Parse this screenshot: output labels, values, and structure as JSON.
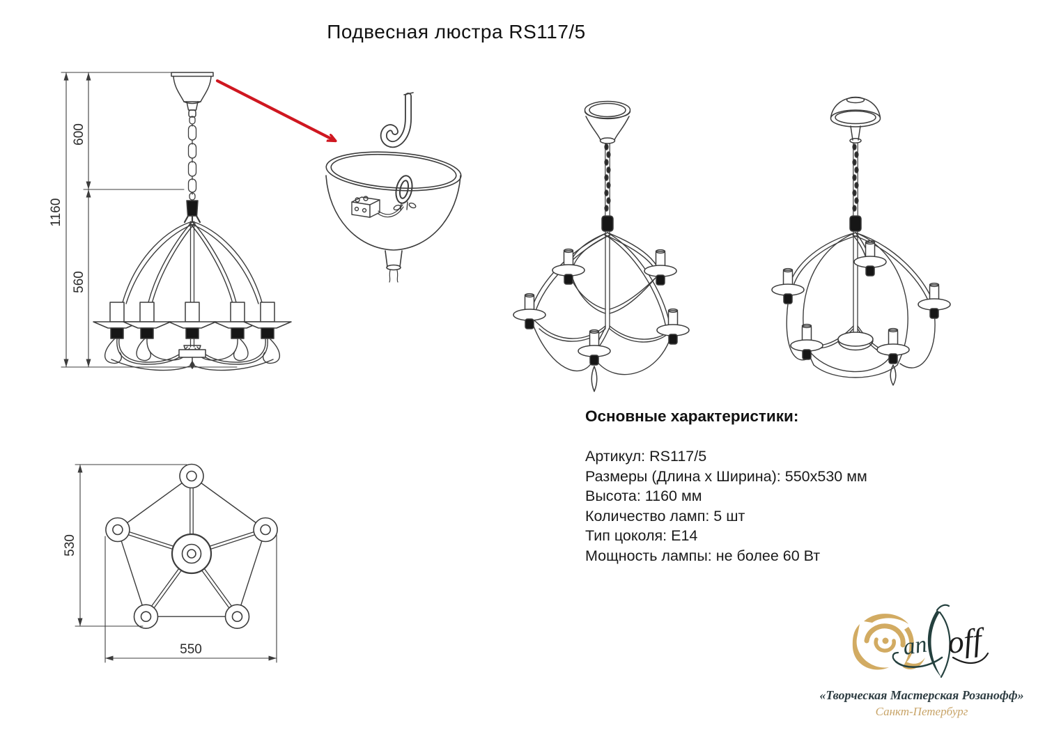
{
  "title": "Подвесная люстра RS117/5",
  "specs": {
    "heading": "Основные характеристики:",
    "lines": [
      "Артикул: RS117/5",
      "Размеры (Длина х Ширина): 550х530 мм",
      "Высота: 1160 мм",
      "Количество ламп: 5 шт",
      "Тип цоколя: Е14",
      "Мощность лампы: не более 60 Вт"
    ]
  },
  "dimensions": {
    "total_height_mm": "1160",
    "chain_section_mm": "600",
    "body_section_mm": "560",
    "plan_depth_mm": "530",
    "plan_width_mm": "550"
  },
  "logo": {
    "script_left": "an",
    "script_right": "off",
    "caption_line1": "«Творческая Мастерская Розанофф»",
    "caption_line2": "Санкт-Петербург",
    "gold_color": "#d2ab62",
    "dark_color": "#24403e"
  },
  "colors": {
    "line": "#3c3c3c",
    "callout_red": "#cf1720"
  }
}
